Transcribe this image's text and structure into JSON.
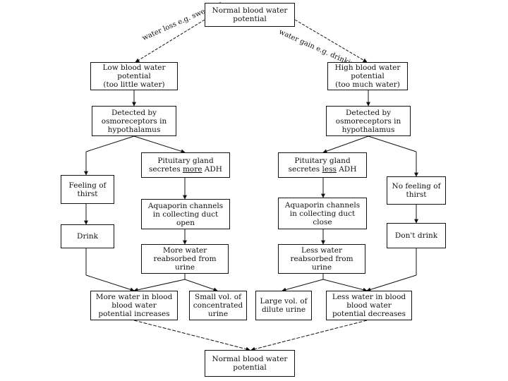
{
  "top": "Normal blood water\npotential",
  "edge_left": "water loss e.g. sweating",
  "edge_right": "water gain e.g. drinking",
  "left": {
    "low": "Low blood water\npotential\n(too little water)",
    "detected": "Detected by\nosmoreceptors in\nhypothalamus",
    "pituitary_pre": "Pituitary gland\nsecretes ",
    "pituitary_em": "more",
    "pituitary_post": " ADH",
    "thirst": "Feeling of\nthirst",
    "drink": "Drink",
    "aquaporin": "Aquaporin channels\nin collecting duct\nopen",
    "reabsorb": "More water\nreabsorbed from\nurine",
    "more_water": "More water in blood\nblood water\npotential increases",
    "small_vol": "Small vol. of\nconcentrated\nurine"
  },
  "right": {
    "high": "High blood water\npotential\n(too much water)",
    "detected": "Detected by\nosmoreceptors in\nhypothalamus",
    "pituitary_pre": "Pituitary gland\nsecretes ",
    "pituitary_em": "less",
    "pituitary_post": " ADH",
    "no_thirst": "No feeling of\nthirst",
    "dont_drink": "Don't drink",
    "aquaporin": "Aquaporin channels\nin collecting duct\nclose",
    "reabsorb": "Less water\nreabsorbed from\nurine",
    "large_vol": "Large vol. of\ndilute urine",
    "less_water": "Less water in blood\nblood water\npotential decreases"
  },
  "bottom": "Normal blood water\npotential"
}
